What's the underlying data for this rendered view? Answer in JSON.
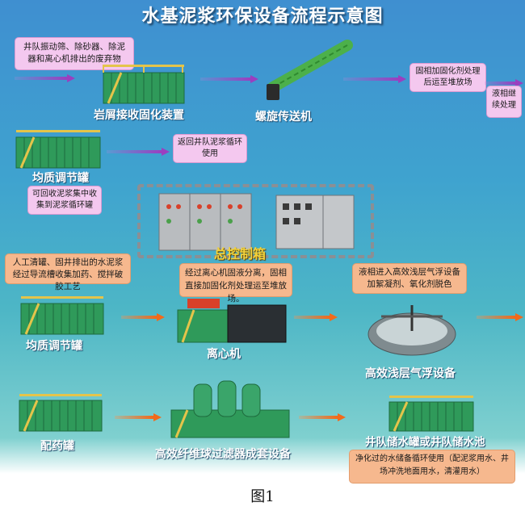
{
  "title": "水基泥浆环保设备流程示意图",
  "notes": {
    "n1": "井队振动筛、除砂器、除泥器和离心机排出的废弃物",
    "n2": "固相加固化剂处理后运至堆放场",
    "n3": "液相继续处理",
    "n4": "返回井队泥浆循环使用",
    "n5": "可回收泥浆集中收集到泥浆循环罐",
    "n6": "人工清罐、固井排出的水泥浆经过导流槽收集加药、搅拌破胶工艺",
    "n7": "经过离心机固液分离，固相直接加固化剂处理运至堆放场。",
    "n8": "液相进入高效浅层气浮设备加絮凝剂、氧化剂脱色",
    "n9": "净化过的水储备循环使用（配泥浆用水、井场冲洗地面用水，清灌用水）"
  },
  "labels": {
    "l1": "岩屑接收固化装置",
    "l2": "螺旋传送机",
    "l3": "均质调节罐",
    "l4": "总控制箱",
    "l5": "均质调节罐",
    "l6": "离心机",
    "l7": "高效浅层气浮设备",
    "l8": "配药罐",
    "l9": "高效纤维球过滤器成套设备",
    "l10": "井队储水罐或井队储水池"
  },
  "figure_caption": "图1",
  "colors": {
    "pink_note": "#f4c8ef",
    "peach_note": "#f6b88e",
    "purple_arrow": "#9a3fc0",
    "orange_arrow": "#f26a1b",
    "tank_green": "#2f9a5a"
  }
}
